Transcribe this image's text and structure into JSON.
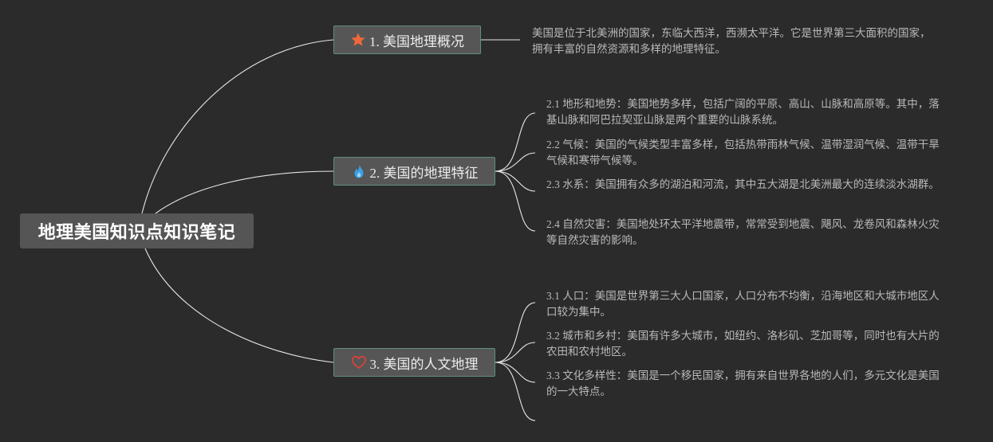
{
  "root": {
    "title": "地理美国知识点知识笔记"
  },
  "topics": [
    {
      "label": "1. 美国地理概况",
      "icon": "star-icon",
      "icon_color": "#f0683a",
      "notes": [
        "美国是位于北美洲的国家，东临大西洋，西濒太平洋。它是世界第三大面积的国家，拥有丰富的自然资源和多样的地理特征。"
      ]
    },
    {
      "label": "2. 美国的地理特征",
      "icon": "flame-icon",
      "icon_color": "#3aa0e8",
      "notes": [
        "2.1 地形和地势：美国地势多样，包括广阔的平原、高山、山脉和高原等。其中，落基山脉和阿巴拉契亚山脉是两个重要的山脉系统。",
        "2.2 气候：美国的气候类型丰富多样，包括热带雨林气候、温带湿润气候、温带干旱气候和寒带气候等。",
        "2.3 水系：美国拥有众多的湖泊和河流，其中五大湖是北美洲最大的连续淡水湖群。",
        "2.4 自然灾害：美国地处环太平洋地震带，常常受到地震、飓风、龙卷风和森林火灾等自然灾害的影响。"
      ]
    },
    {
      "label": "3. 美国的人文地理",
      "icon": "heart-icon",
      "icon_color": "#d8423a",
      "notes": [
        "3.1 人口：美国是世界第三大人口国家，人口分布不均衡，沿海地区和大城市地区人口较为集中。",
        "3.2 城市和乡村：美国有许多大城市，如纽约、洛杉矶、芝加哥等，同时也有大片的农田和农村地区。",
        "3.3 文化多样性：美国是一个移民国家，拥有来自世界各地的人们，多元文化是美国的一大特点。",
        ""
      ]
    }
  ],
  "colors": {
    "background": "#2b2b2b",
    "line": "#e6e6e6",
    "topic_fill": "#565656",
    "topic_border": "#5f8f7c",
    "note_text": "#b9b9b9"
  }
}
